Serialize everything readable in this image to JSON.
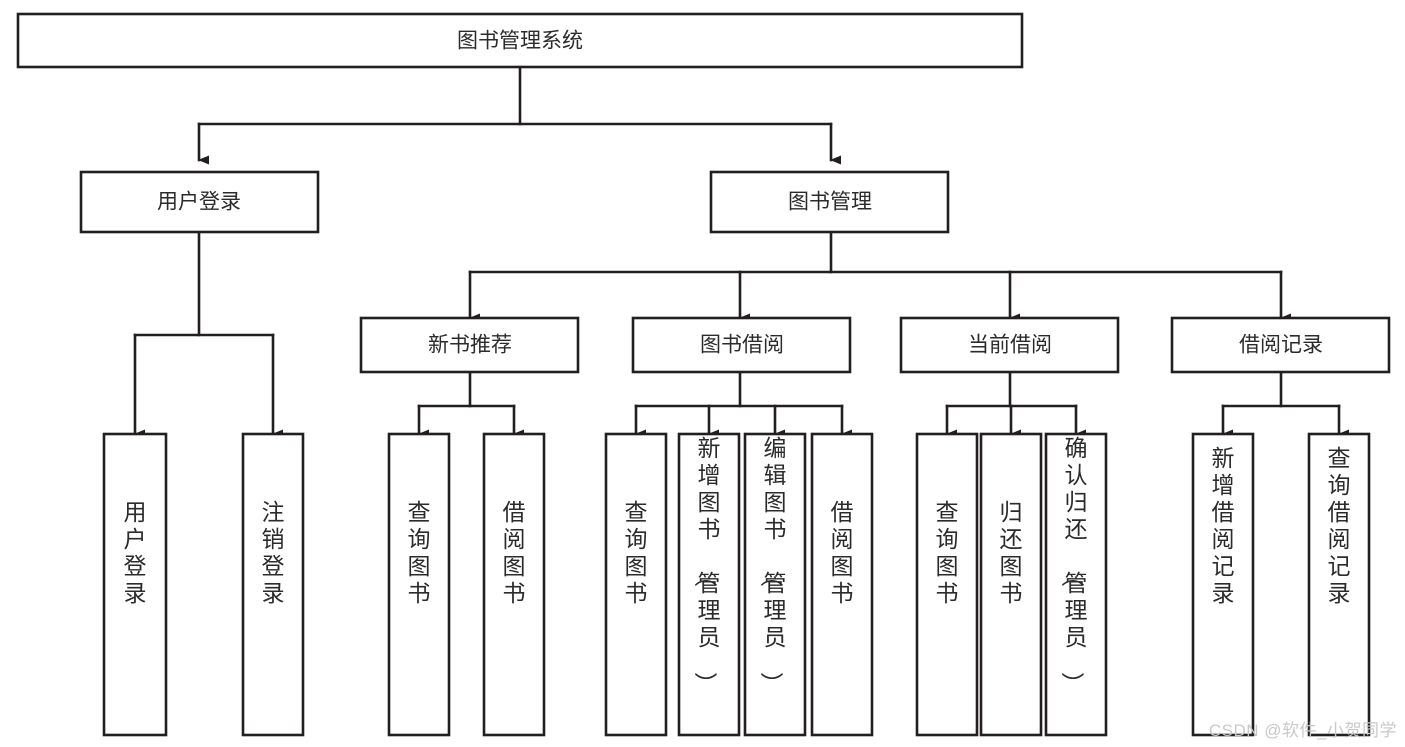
{
  "diagram": {
    "title": "图书管理系统",
    "type": "tree-hierarchy-diagram",
    "watermark": "CSDN @软件_小贺同学",
    "colors": {
      "stroke": "#231f20",
      "fill": "#ffffff",
      "text": "#2b2b2b",
      "watermark": "#c9c9c9",
      "background": "#ffffff"
    },
    "root": {
      "label": "图书管理系统"
    },
    "level2": [
      {
        "label": "用户登录"
      },
      {
        "label": "图书管理"
      }
    ],
    "level3": [
      {
        "label": "新书推荐"
      },
      {
        "label": "图书借阅"
      },
      {
        "label": "当前借阅"
      },
      {
        "label": "借阅记录"
      }
    ],
    "leaves": {
      "user_login": [
        {
          "label": "用户登录"
        },
        {
          "label": "注销登录"
        }
      ],
      "new_book_recommend": [
        {
          "label": "查询图书"
        },
        {
          "label": "借阅图书"
        }
      ],
      "book_borrow": [
        {
          "label": "查询图书"
        },
        {
          "label": "新增图书（管理员）"
        },
        {
          "label": "编辑图书（管理员）"
        },
        {
          "label": "借阅图书"
        }
      ],
      "current_borrow": [
        {
          "label": "查询图书"
        },
        {
          "label": "归还图书"
        },
        {
          "label": "确认归还（管理员）"
        }
      ],
      "borrow_record": [
        {
          "label": "新增借阅记录"
        },
        {
          "label": "查询借阅记录"
        }
      ]
    }
  }
}
